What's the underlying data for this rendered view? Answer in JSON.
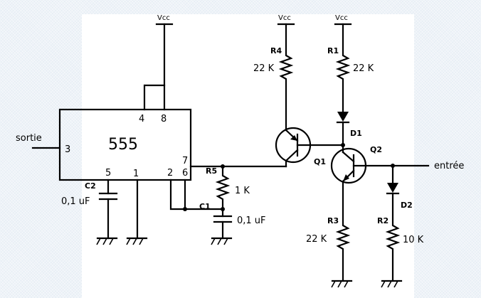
{
  "diagram": {
    "type": "electronic-schematic",
    "chip": {
      "label": "555",
      "pins": {
        "p4": "4",
        "p8": "8",
        "p3": "3",
        "p7": "7",
        "p5": "5",
        "p1": "1",
        "p2": "2",
        "p6": "6"
      }
    },
    "supply_label": "Vcc",
    "io": {
      "output": "sortie",
      "input": "entrée"
    },
    "components": {
      "R1": {
        "ref": "R1",
        "value": "22 K"
      },
      "R2": {
        "ref": "R2",
        "value": "10 K"
      },
      "R3": {
        "ref": "R3",
        "value": "22 K"
      },
      "R4": {
        "ref": "R4",
        "value": "22 K"
      },
      "R5": {
        "ref": "R5",
        "value": "1 K"
      },
      "C1": {
        "ref": "C1",
        "value": "0,1 uF"
      },
      "C2": {
        "ref": "C2",
        "value": "0,1 uF"
      },
      "D1": {
        "ref": "D1"
      },
      "D2": {
        "ref": "D2"
      },
      "Q1": {
        "ref": "Q1"
      },
      "Q2": {
        "ref": "Q2"
      }
    }
  }
}
